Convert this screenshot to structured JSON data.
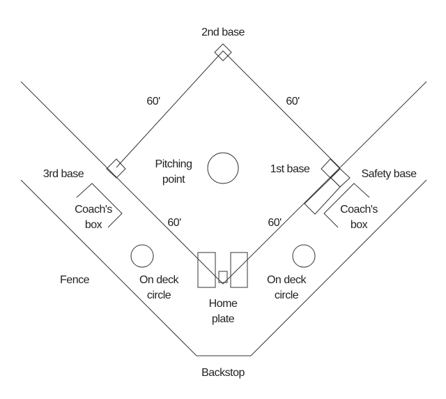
{
  "labels": {
    "second_base": "2nd base",
    "dist_top_left": "60'",
    "dist_top_right": "60'",
    "pitching_line1": "Pitching",
    "pitching_line2": "point",
    "first_base": "1st base",
    "third_base": "3rd base",
    "safety_base": "Safety base",
    "coach_left_line1": "Coach's",
    "coach_left_line2": "box",
    "coach_right_line1": "Coach's",
    "coach_right_line2": "box",
    "dist_bottom_left": "60'",
    "dist_bottom_right": "60'",
    "fence": "Fence",
    "ondeck_left_line1": "On deck",
    "ondeck_left_line2": "circle",
    "ondeck_right_line1": "On deck",
    "ondeck_right_line2": "circle",
    "home_line1": "Home",
    "home_line2": "plate",
    "backstop": "Backstop"
  },
  "colors": {
    "stroke": "#333333",
    "text": "#222222",
    "background": "#ffffff"
  }
}
